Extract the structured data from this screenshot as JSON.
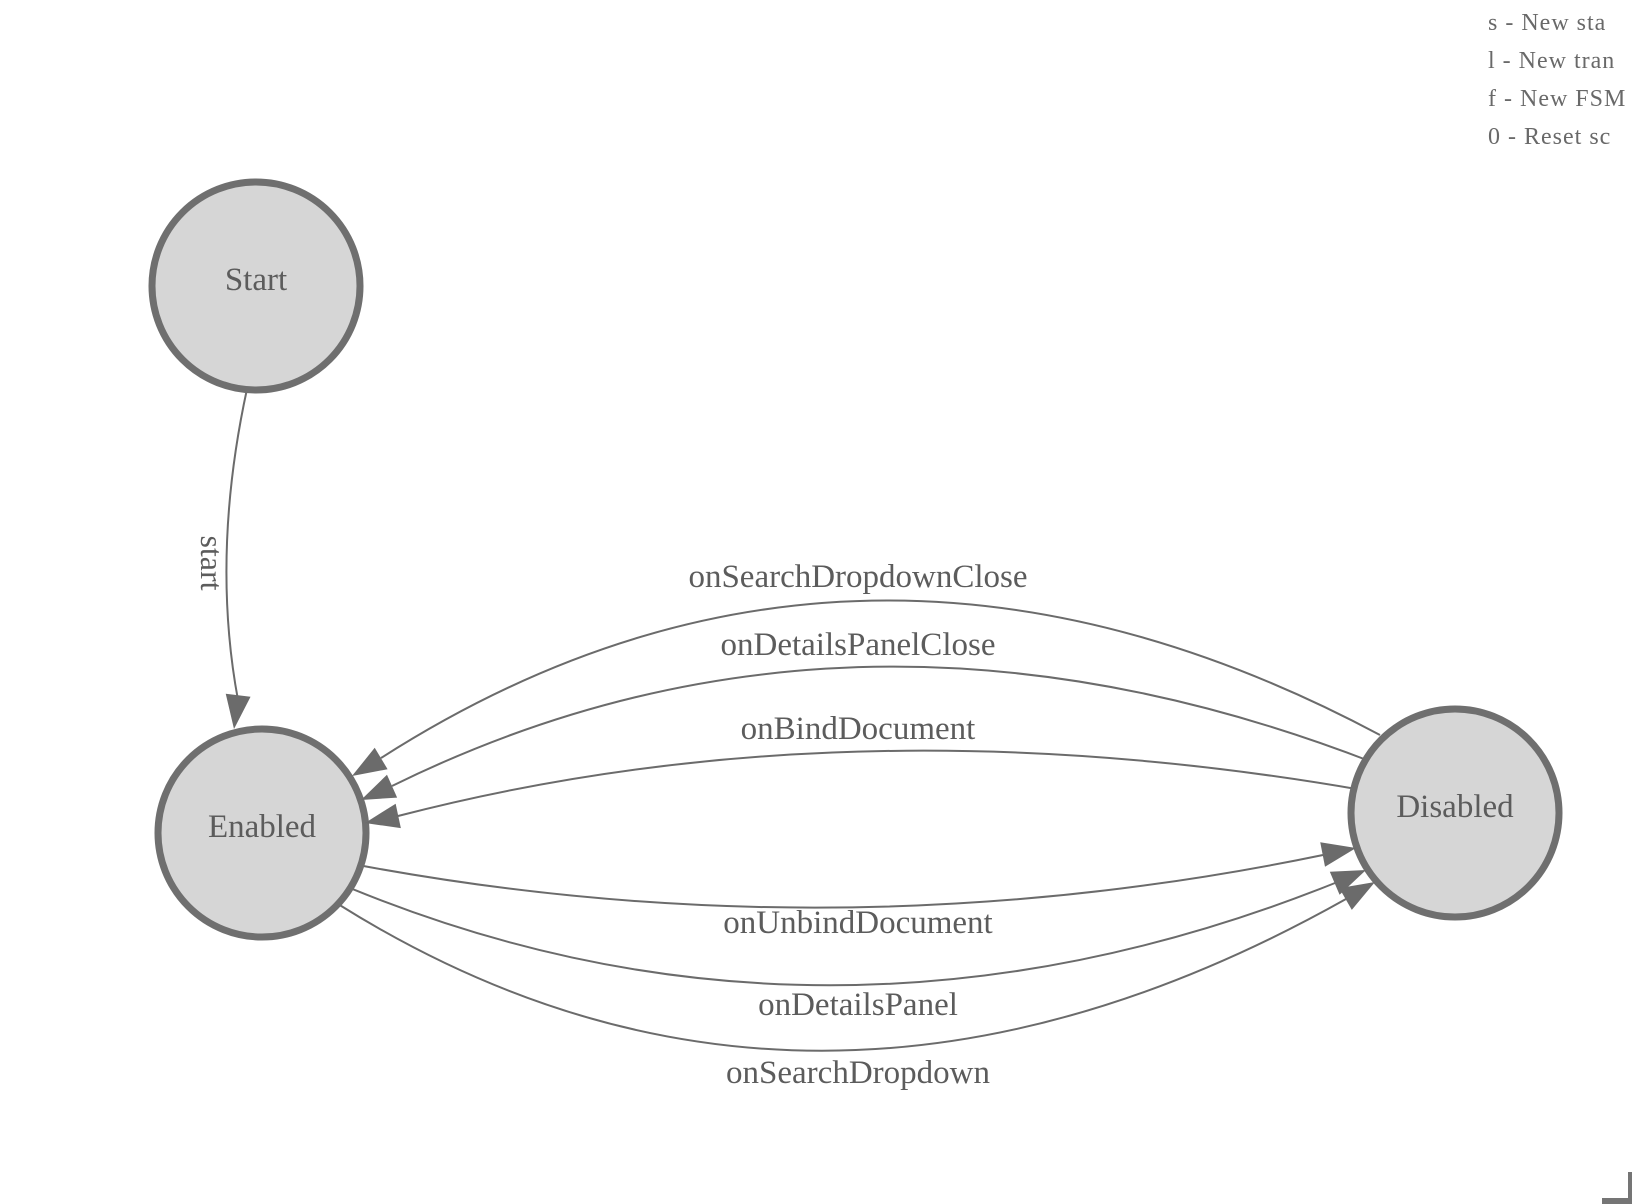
{
  "canvas": {
    "background": "#ffffff"
  },
  "instructions": {
    "lines": [
      "s - New sta",
      "l - New tran",
      "f - New FSM",
      "0 - Reset sc"
    ]
  },
  "nodes": [
    {
      "id": "start",
      "label": "Start"
    },
    {
      "id": "enabled",
      "label": "Enabled"
    },
    {
      "id": "disabled",
      "label": "Disabled"
    }
  ],
  "edges": [
    {
      "id": "start-to-enabled",
      "label": "start",
      "from": "Start",
      "to": "Enabled"
    },
    {
      "id": "disabled-to-enabled-1",
      "label": "onSearchDropdownClose",
      "from": "Disabled",
      "to": "Enabled"
    },
    {
      "id": "disabled-to-enabled-2",
      "label": "onDetailsPanelClose",
      "from": "Disabled",
      "to": "Enabled"
    },
    {
      "id": "disabled-to-enabled-3",
      "label": "onBindDocument",
      "from": "Disabled",
      "to": "Enabled"
    },
    {
      "id": "enabled-to-disabled-1",
      "label": "onUnbindDocument",
      "from": "Enabled",
      "to": "Disabled"
    },
    {
      "id": "enabled-to-disabled-2",
      "label": "onDetailsPanel",
      "from": "Enabled",
      "to": "Disabled"
    },
    {
      "id": "enabled-to-disabled-3",
      "label": "onSearchDropdown",
      "from": "Enabled",
      "to": "Disabled"
    }
  ],
  "colors": {
    "state_fill": "#d6d6d6",
    "state_stroke": "#6f6f6f",
    "edge_stroke": "#6b6b6b",
    "arrow_fill": "#6b6b6b",
    "text": "#5c5c5c",
    "instruction_text": "#696969"
  }
}
